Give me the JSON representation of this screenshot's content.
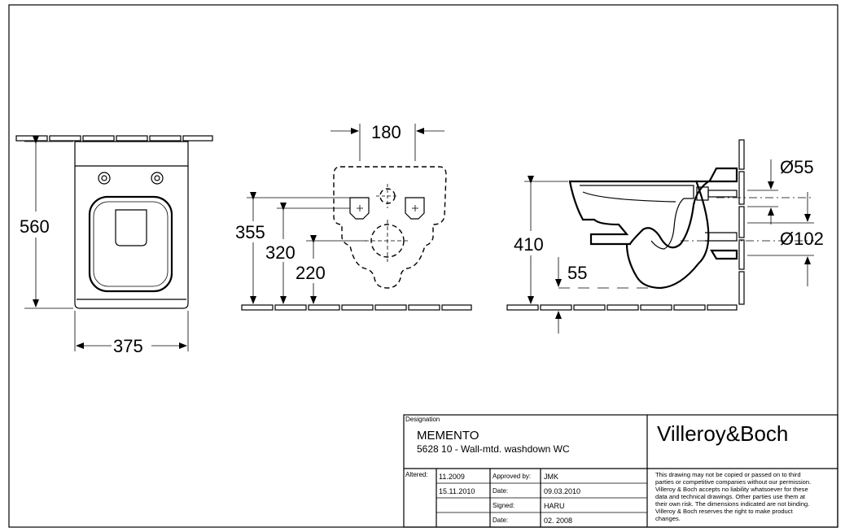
{
  "dimensions": {
    "front_height": "560",
    "front_width": "375",
    "rear_width": "180",
    "rear_355": "355",
    "rear_320": "320",
    "rear_220": "220",
    "side_height": "410",
    "side_55": "55",
    "dia_55": "Ø55",
    "dia_102": "Ø102"
  },
  "title_block": {
    "designation_label": "Designation",
    "product_name": "MEMENTO",
    "product_desc": "5628 10 - Wall-mtd. washdown WC",
    "brand": "Villeroy&Boch",
    "altered_label": "Altered:",
    "altered_1": "11.2009",
    "altered_2": "15.11.2010",
    "approved_label": "Approved by:",
    "approved_value": "JMK",
    "date_label_1": "Date:",
    "date_value_1": "09.03.2010",
    "signed_label": "Signed:",
    "signed_value": "HARU",
    "date_label_2": "Date:",
    "date_value_2": "02. 2008",
    "notice_lines": [
      "This drawing may not be copied or passed on to third",
      "parties or competitive companies without our permission.",
      "Villeroy & Boch accepts no liability whatsoever for these",
      "data and technical drawings. Other parties use them at",
      "their own risk. The dimensions indicated are not binding.",
      "Villeroy & Boch reserves the right to make product",
      "changes."
    ]
  },
  "colors": {
    "line": "#000000",
    "background": "#ffffff"
  }
}
